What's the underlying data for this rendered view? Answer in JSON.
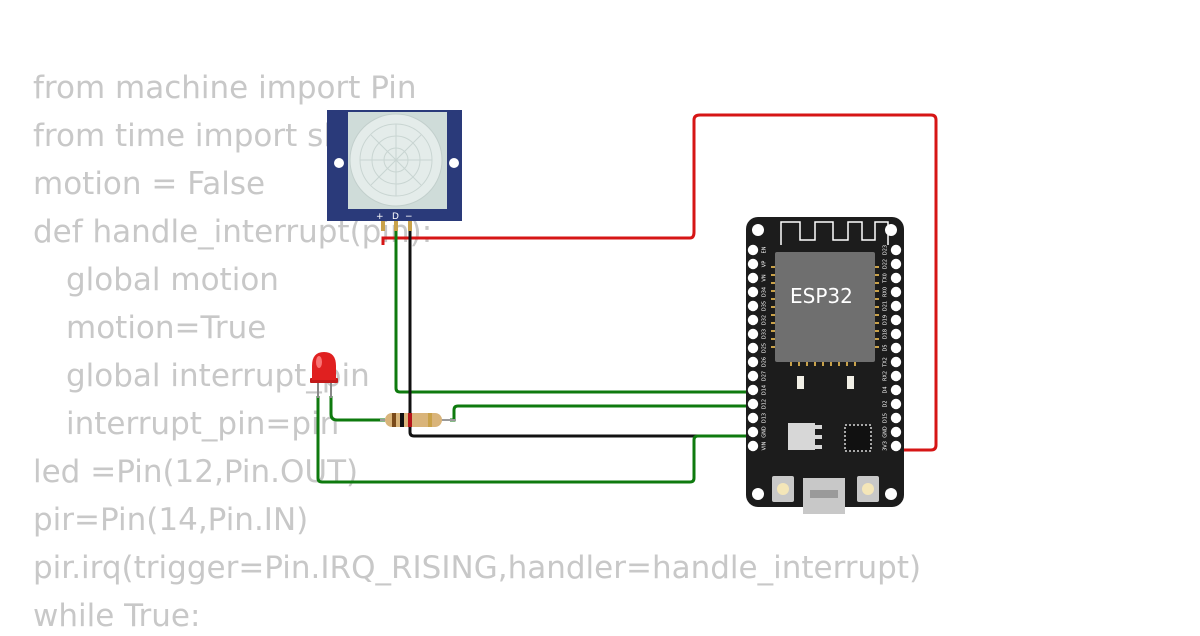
{
  "code": {
    "lines": [
      {
        "text": "from machine import Pin",
        "indent": false
      },
      {
        "text": "from time import sleep",
        "indent": false
      },
      {
        "text": "motion = False",
        "indent": false
      },
      {
        "text": "def handle_interrupt(pin):",
        "indent": false
      },
      {
        "text": "global motion",
        "indent": true
      },
      {
        "text": "motion=True",
        "indent": true
      },
      {
        "text": "global interrupt_pin",
        "indent": true
      },
      {
        "text": "interrupt_pin=pin",
        "indent": true
      },
      {
        "text": "led =Pin(12,Pin.OUT)",
        "indent": false
      },
      {
        "text": "pir=Pin(14,Pin.IN)",
        "indent": false
      },
      {
        "text": "pir.irq(trigger=Pin.IRQ_RISING,handler=handle_interrupt)",
        "indent": false
      },
      {
        "text": "while True:",
        "indent": false
      }
    ]
  },
  "pir_sensor": {
    "pin_labels": [
      "+",
      "D",
      "−"
    ]
  },
  "esp32": {
    "title": "ESP32",
    "left_pins": [
      "EN",
      "VP",
      "VN",
      "D34",
      "D35",
      "D32",
      "D33",
      "D25",
      "D26",
      "D27",
      "D14",
      "D12",
      "D13",
      "GND",
      "VIN"
    ],
    "right_pins": [
      "D23",
      "D22",
      "TX0",
      "RX0",
      "D21",
      "D19",
      "D18",
      "D5",
      "TX2",
      "RX2",
      "D4",
      "D2",
      "D15",
      "GND",
      "3V3"
    ]
  },
  "colors": {
    "wire_red": "#d61515",
    "wire_green": "#0e7a0e",
    "wire_black": "#111111",
    "board": "#1c1c1c",
    "pir_board": "#2a3a7a",
    "led": "#e02020"
  }
}
